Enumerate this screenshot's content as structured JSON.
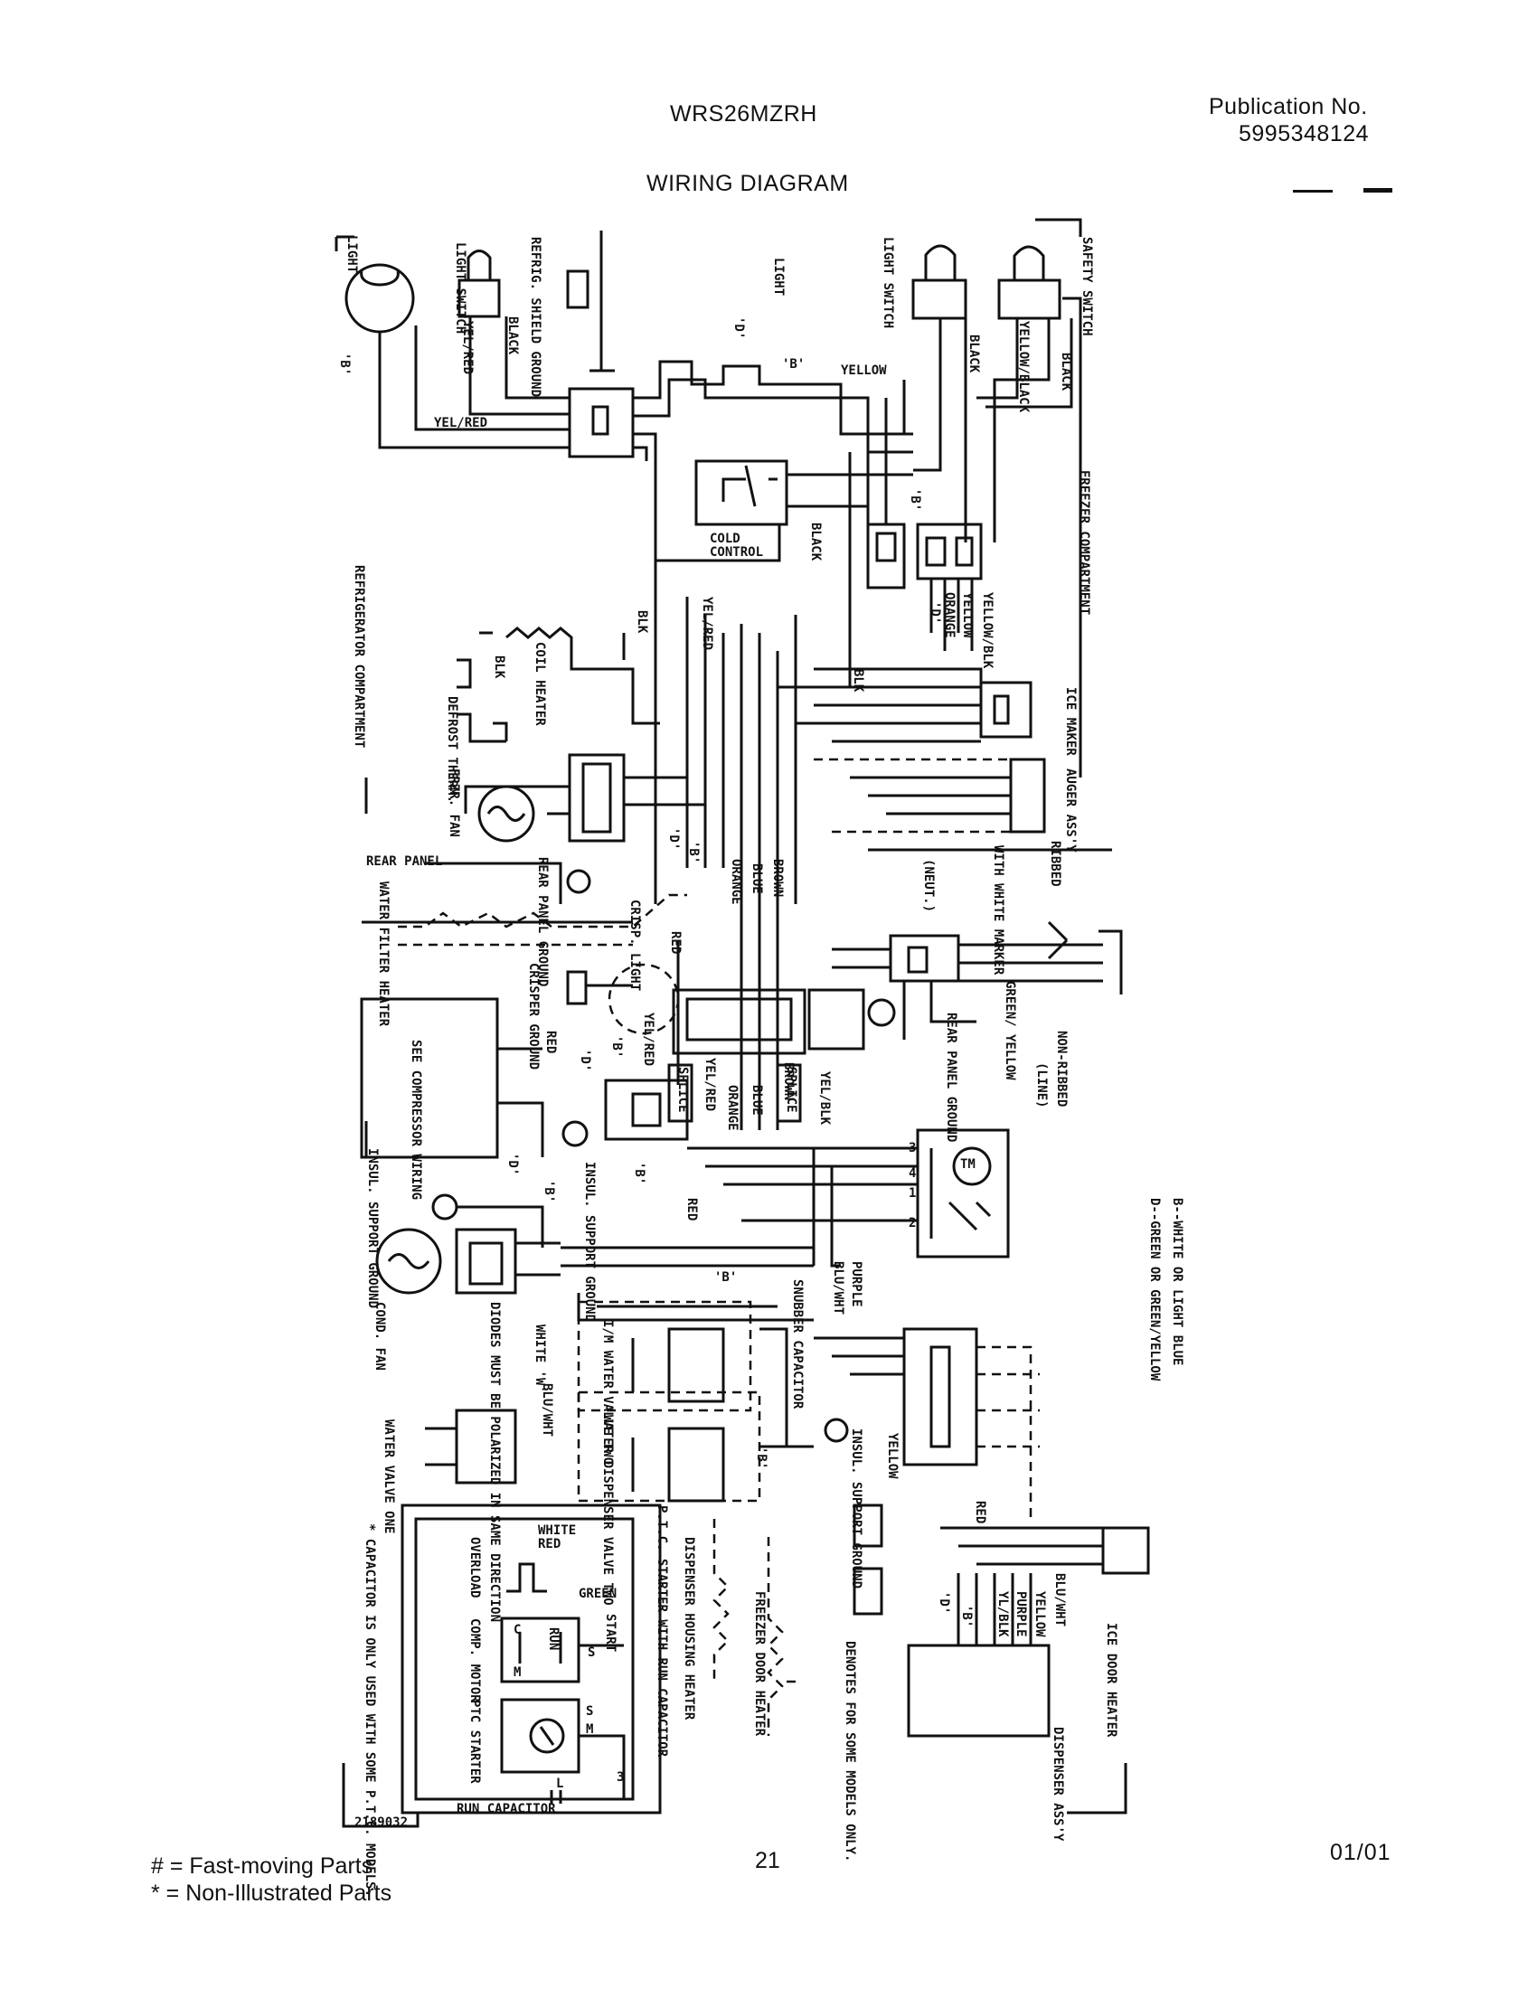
{
  "header": {
    "model": "WRS26MZRH",
    "publication_label": "Publication No.",
    "publication_number": "5995348124",
    "title": "WIRING DIAGRAM"
  },
  "footer": {
    "legend_fast": "#  =  Fast-moving Parts",
    "legend_non": "*   =  Non-Illustrated Parts",
    "page_number": "21",
    "date": "01/01"
  },
  "diagram": {
    "labels": {
      "light_left": "LIGHT",
      "b_left": "'B'",
      "light_switch_left": "LIGHT SWITCH",
      "refrig_shield_ground": "REFRIG. SHIELD GROUND",
      "yel_red_vert": "YEL/RED",
      "black_left": "BLACK",
      "yel_red_horiz": "YEL/RED",
      "light_mid": "LIGHT",
      "d_mid": "'D'",
      "light_switch_mid": "LIGHT SWITCH",
      "black_mid": "BLACK",
      "b_top": "'B'",
      "yellow_top": "YELLOW",
      "safety_switch": "SAFETY SWITCH",
      "black_right": "BLACK",
      "yellow_black": "YELLOW/BLACK",
      "freezer_compartment": "FREEZER COMPARTMENT",
      "refrigerator_compartment": "REFRIGERATOR COMPARTMENT",
      "cold_control_1": "COLD",
      "cold_control_2": "CONTROL",
      "black_cc": "BLACK",
      "b_cc": "'B'",
      "blk_1": "BLK",
      "yel_red_2": "YEL/RED",
      "coil_heater": "COIL HEATER",
      "blk_2": "BLK",
      "defrost_therm": "DEFROST THERM.",
      "blk_3": "BLK",
      "yellow_v": "YELLOW",
      "orange_v": "ORANGE",
      "d_v": "'D'",
      "yellow_blk": "YELLOW/BLK",
      "ice_maker": "ICE MAKER",
      "auger_assy": "AUGER ASS'Y",
      "frzr_fan": "FRZR. FAN",
      "d_2": "'D'",
      "b_2": "'B'",
      "orange_2": "ORANGE",
      "blue_2": "BLUE",
      "brown_2": "BROWN",
      "rear_panel": "REAR PANEL",
      "rear_panel_ground": "REAR PANEL GROUND",
      "ribbed": "RIBBED",
      "with_white_marker": "WITH WHITE MARKER",
      "neut": "(NEUT.)",
      "water_filter_heater": "WATER FILTER HEATER",
      "crisp_light": "CRISP. LIGHT",
      "crisper_ground": "CRISPER GROUND",
      "red_1": "RED",
      "d_3": "'D'",
      "yel_red_3": "YEL/RED",
      "b_3": "'B'",
      "green_yellow": "GREEN/ YELLOW",
      "non_ribbed": "NON-RIBBED",
      "line": "(LINE)",
      "rear_panel_ground_2": "REAR PANEL GROUND",
      "see_compressor_wiring": "SEE COMPRESSOR WIRING",
      "red_2": "RED",
      "splice_1": "SPLICE",
      "yel_red_4": "YEL/RED",
      "brown_3": "BROWN",
      "orange_3": "ORANGE",
      "blue_3": "BLUE",
      "splice_2": "SPLICE",
      "yel_blk": "YEL/BLK",
      "tm": "TM",
      "n3": "3",
      "n4": "4",
      "n1": "1",
      "n2": "2",
      "insul_support_ground_1": "INSUL. SUPPORT GROUND",
      "d_4": "'D'",
      "b_4": "'B'",
      "insul_support_ground_2": "INSUL. SUPPORT GROUND",
      "b_5": "'B'",
      "red_3": "RED",
      "legend_b": "B--WHITE OR LIGHT BLUE",
      "legend_d": "D--GREEN OR GREEN/YELLOW",
      "b_6": "'B'",
      "purple": "PURPLE",
      "blu_wht": "BLU/WHT",
      "cond_fan": "COND. FAN",
      "diodes": "DIODES MUST BE POLARIZED IN SAME DIRECTION",
      "white_w": "WHITE 'W'",
      "blu_wht_2": "BLU/WHT",
      "ice_water_valve_two": "I/M WATER VALVE TWO",
      "snubber_capacitor": "SNUBBER CAPACITOR",
      "water_valve_one": "WATER VALVE ONE",
      "water_dispenser_valve_two": "WATER DISPENSER VALVE TWO",
      "insul_support_ground_3": "INSUL. SUPPORT GROUND",
      "yellow_3": "YELLOW",
      "b_7": "'B'",
      "white_top": "WHITE",
      "red_top": "RED",
      "green_top": "GREEN",
      "overload": "OVERLOAD",
      "comp_motor": "COMP. MOTOR",
      "start": "START",
      "run": "RUN",
      "c": "C",
      "m": "M",
      "s1": "S",
      "s2": "S",
      "m2": "M",
      "ptc_starter": "PTC STARTER",
      "l": "L",
      "n3b": "3",
      "run_capacitor": "RUN CAPACITOR",
      "part_code": "2189032",
      "capacitor_note": "* CAPACITOR IS ONLY USED WITH SOME P.T.C. MODELS.",
      "ptc_run_cap": "P.T.C. STARTER WITH RUN CAPACITOR",
      "dispenser_housing_heater": "DISPENSER HOUSING HEATER",
      "freezer_door_heater": "FREEZER DOOR HEATER",
      "denotes": "DENOTES FOR SOME MODELS ONLY.",
      "ice_door_heater": "ICE DOOR HEATER",
      "dispenser_assy": "DISPENSER ASS'Y",
      "blu_wht_3": "BLU/WHT",
      "yellow_4": "YELLOW",
      "purple_2": "PURPLE",
      "yl_blk": "YL/BLK",
      "red_4": "RED",
      "d_5": "'D'",
      "b_8": "'B'"
    }
  }
}
